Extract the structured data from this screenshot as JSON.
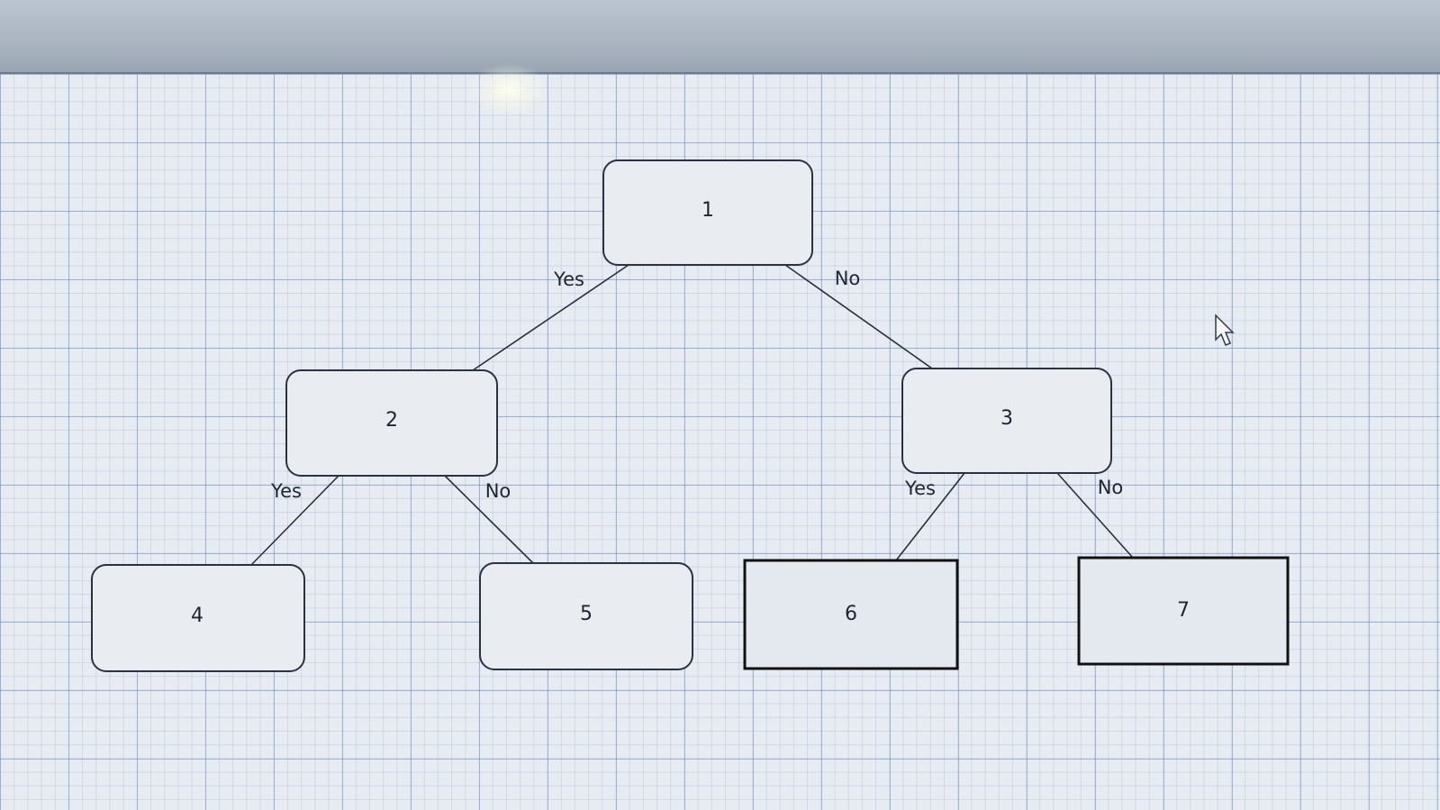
{
  "diagram": {
    "type": "binary-decision-tree",
    "nodes": [
      {
        "id": "n1",
        "label": "1",
        "style": "rounded"
      },
      {
        "id": "n2",
        "label": "2",
        "style": "rounded"
      },
      {
        "id": "n3",
        "label": "3",
        "style": "rounded"
      },
      {
        "id": "n4",
        "label": "4",
        "style": "rounded"
      },
      {
        "id": "n5",
        "label": "5",
        "style": "rounded"
      },
      {
        "id": "n6",
        "label": "6",
        "style": "square"
      },
      {
        "id": "n7",
        "label": "7",
        "style": "square"
      }
    ],
    "edges": [
      {
        "from": "n1",
        "to": "n2",
        "label": "Yes"
      },
      {
        "from": "n1",
        "to": "n3",
        "label": "No"
      },
      {
        "from": "n2",
        "to": "n4",
        "label": "Yes"
      },
      {
        "from": "n2",
        "to": "n5",
        "label": "No"
      },
      {
        "from": "n3",
        "to": "n6",
        "label": "Yes"
      },
      {
        "from": "n3",
        "to": "n7",
        "label": "No"
      }
    ]
  },
  "colors": {
    "node_fill": "#e9edf2",
    "node_border": "#2c3340",
    "grid": "#7f8caf",
    "canvas": "#e7ecf2"
  },
  "icons": {
    "cursor": "mouse-pointer-icon"
  }
}
